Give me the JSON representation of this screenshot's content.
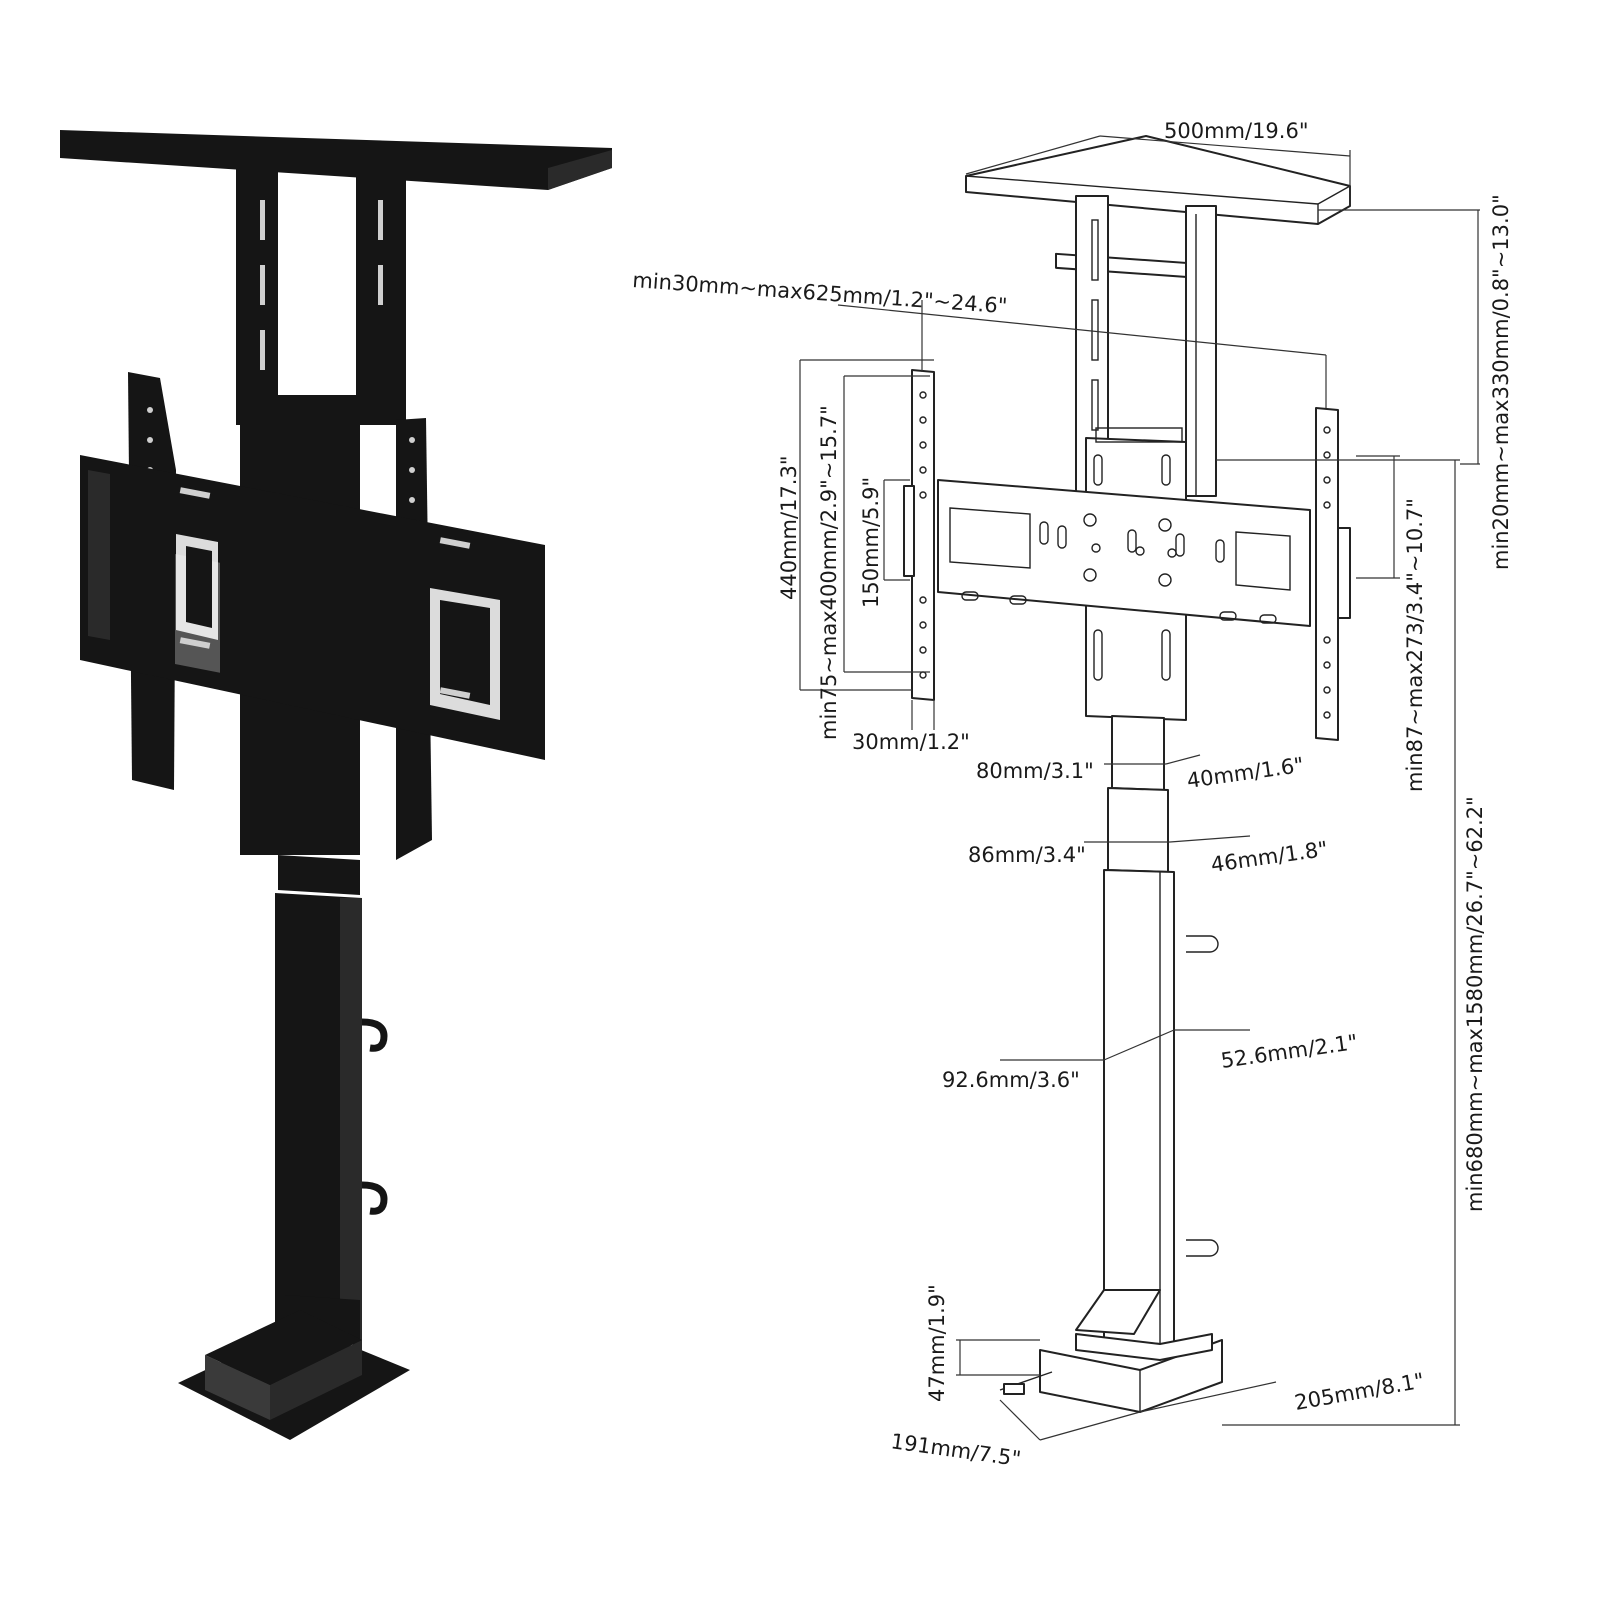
{
  "dimensions": {
    "top_shelf_width": "500mm/19.6\"",
    "top_shelf_gap": "min20mm~max330mm/0.8\"~13.0\"",
    "bracket_width": "min30mm~max625mm/1.2\"~24.6\"",
    "bracket_height_total": "440mm/17.3\"",
    "vesa_vertical": "min75~max400mm/2.9\"~15.7\"",
    "plate_height": "150mm/5.9\"",
    "plate_offset": "min87~max273/3.4\"~10.7\"",
    "arm_width": "30mm/1.2\"",
    "upper_column_front": "80mm/3.1\"",
    "upper_column_side": "40mm/1.6\"",
    "middle_column_front": "86mm/3.4\"",
    "middle_column_side": "46mm/1.8\"",
    "lower_column_front": "92.6mm/3.6\"",
    "lower_column_side": "52.6mm/2.1\"",
    "overall_height": "min680mm~max1580mm/26.7\"~62.2\"",
    "base_height": "47mm/1.9\"",
    "base_depth": "191mm/7.5\"",
    "base_width": "205mm/8.1\""
  }
}
